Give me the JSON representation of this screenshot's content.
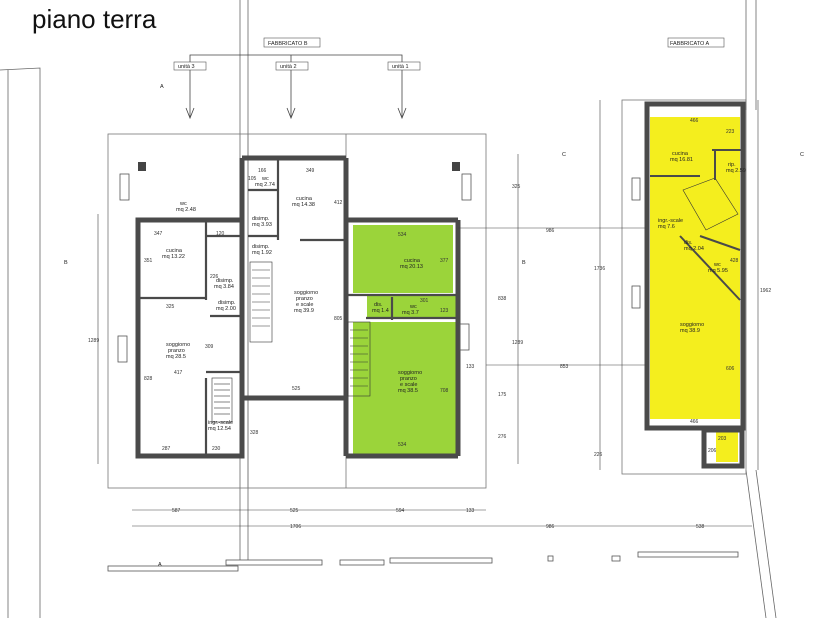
{
  "title": "piano terra",
  "buildings": {
    "b": "FABBRICATO B",
    "a": "FABBRICATO A"
  },
  "units": [
    "unità 3",
    "unità 2",
    "unità 1"
  ],
  "sections": {
    "a": "A",
    "b": "B",
    "c": "C"
  },
  "colors": {
    "wall": "#4a4a4a",
    "unit1_fill": "#9bd43a",
    "buildingA_fill": "#f4ee1e",
    "line": "#555555"
  },
  "rooms": {
    "unit3_wc": [
      "wc",
      "mq 2.48"
    ],
    "unit3_cucina": [
      "cucina",
      "mq 13.22"
    ],
    "unit3_disimp1": [
      "disimp.",
      "mq 3.84"
    ],
    "unit3_disimp2": [
      "disimp.",
      "mq 2.00"
    ],
    "unit3_soggiorno": [
      "soggiorno",
      "pranzo",
      "mq 28.5"
    ],
    "unit3_ingr": [
      "ingr.-scale",
      "mq 12.54"
    ],
    "unit2_wc": [
      "wc",
      "mq 2.74"
    ],
    "unit2_cucina": [
      "cucina",
      "mq 14.38"
    ],
    "unit2_disimp1": [
      "disimp.",
      "mq 3.93"
    ],
    "unit2_disimp2": [
      "disimp.",
      "mq 1.92"
    ],
    "unit2_soggiorno": [
      "soggiorno",
      "pranzo",
      "e scale",
      "mq 39.9"
    ],
    "unit1_cucina": [
      "cucina",
      "mq 20.13"
    ],
    "unit1_dis": [
      "dis.",
      "mq 1.4"
    ],
    "unit1_wc": [
      "wc",
      "mq 3.7"
    ],
    "unit1_soggiorno": [
      "soggiorno",
      "pranzo",
      "e scale",
      "mq 38.5"
    ],
    "a_cucina": [
      "cucina",
      "mq 16.81"
    ],
    "a_rip": [
      "rip.",
      "mq 2.59"
    ],
    "a_ingr": [
      "ingr.-scale",
      "mq 7.6"
    ],
    "a_dis": [
      "dis.",
      "mq 2.04"
    ],
    "a_wc": [
      "wc",
      "mq 5.95"
    ],
    "a_soggiorno": [
      "soggiorno",
      "mq 38.9"
    ]
  },
  "dims": {
    "d347": "347",
    "d120": "120",
    "d226": "226",
    "d351": "351",
    "d325": "325",
    "d309": "309",
    "d417": "417",
    "d828": "828",
    "d1289": "1289",
    "d287": "287",
    "d230": "230",
    "d166": "166",
    "d105": "105",
    "d349": "349",
    "d412": "412",
    "d525": "525",
    "d805": "805",
    "d328": "328",
    "d534": "534",
    "d377": "377",
    "d301": "301",
    "d123": "123",
    "d708": "708",
    "d1289b": "1289",
    "d838": "838",
    "d325b": "325",
    "d175": "175",
    "d276": "276",
    "d133": "133",
    "d986": "986",
    "d853": "853",
    "d466": "466",
    "d223": "223",
    "d428": "428",
    "d606": "606",
    "d466b": "466",
    "d203": "203",
    "d206": "206",
    "d226b": "226",
    "d1736": "1736",
    "d1962": "1962",
    "b587": "587",
    "b525": "525",
    "b594": "594",
    "b133": "133",
    "b1706": "1706",
    "b986": "986",
    "b538": "538"
  }
}
